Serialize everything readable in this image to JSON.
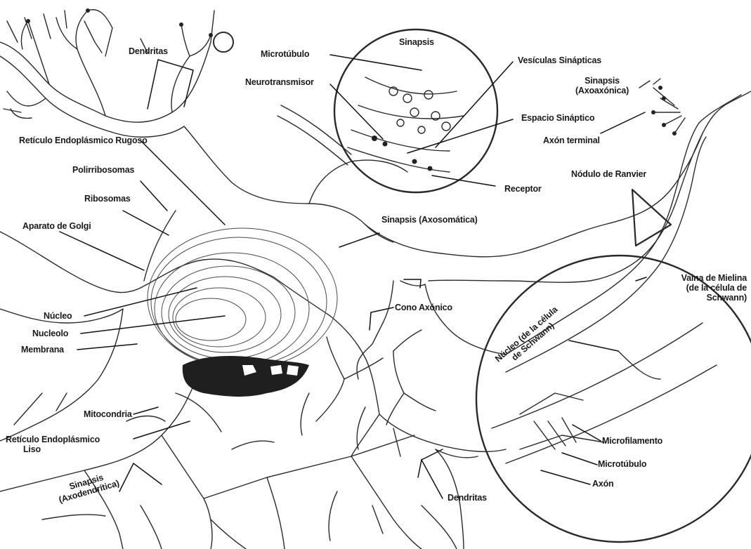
{
  "labels": {
    "dendritas_top": "Dendritas",
    "sinapsis_header": "Sinapsis",
    "microtubulo_top": "Microtúbulo",
    "vesiculas": "Vesículas Sinápticas",
    "neurotransmisor": "Neurotransmisor",
    "sinapsis_axoaxonica_1": "Sinapsis",
    "sinapsis_axoaxonica_2": "(Axoaxónica)",
    "espacio_sinaptico": "Espacio Sináptico",
    "reticulo_rugoso": "Retículo Endoplásmico Rugoso",
    "axon_terminal": "Axón terminal",
    "polirribosomas": "Polirribosomas",
    "nodulo_ranvier": "Nódulo de Ranvier",
    "receptor": "Receptor",
    "ribosomas": "Ribosomas",
    "sinapsis_axosomatica": "Sinapsis (Axosomática)",
    "aparato_golgi": "Aparato de Golgi",
    "vaina_mielina_1": "Vaina de Mielina",
    "vaina_mielina_2": "(de la célula de",
    "vaina_mielina_3": "Schwann)",
    "cono_axonico": "Cono Axónico",
    "nucleo": "Núcleo",
    "nucleolo": "Nucleolo",
    "membrana": "Membrana",
    "nucleo_schwann_1": "Núcleo (de la célula",
    "nucleo_schwann_2": "de Schwann)",
    "mitocondria": "Mitocondria",
    "microfilamento": "Microfilamento",
    "reticulo_liso_1": "Retículo Endoplásmico",
    "reticulo_liso_2": "Liso",
    "microtubulo_bottom": "Microtúbulo",
    "axon": "Axón",
    "sinapsis_axodendritica_1": "Sinapsis",
    "sinapsis_axodendritica_2": "(Axodendrítica)",
    "dendritas_bottom": "Dendritas"
  }
}
